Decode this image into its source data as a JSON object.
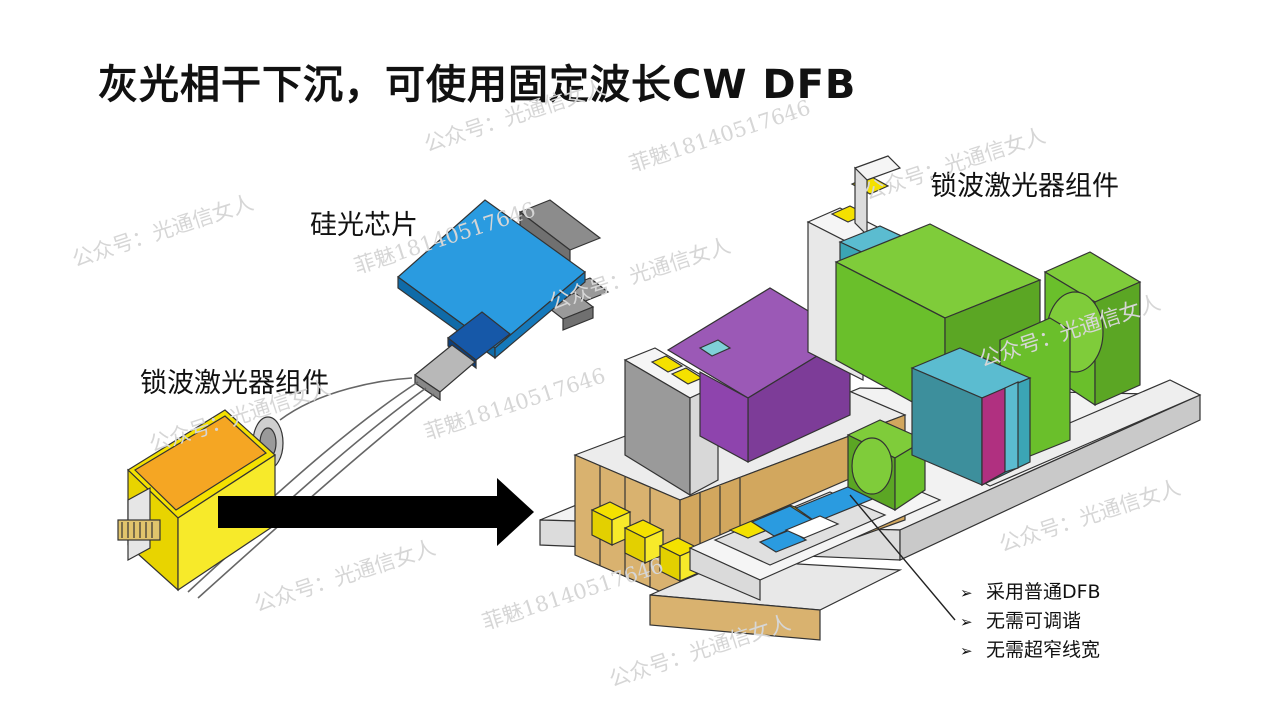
{
  "title": "灰光相干下沉，可使用固定波长CW DFB",
  "labels": {
    "silicon_chip": "硅光芯片",
    "left_locked_laser": "锁波激光器组件",
    "right_locked_laser": "锁波激光器组件"
  },
  "bullets": [
    {
      "marker": "➢",
      "text": "采用普通DFB"
    },
    {
      "marker": "➢",
      "text": "无需可调谐"
    },
    {
      "marker": "➢",
      "text": "无需超窄线宽"
    }
  ],
  "watermarks": {
    "account": "公众号：光通信女人",
    "phone": "菲魅18140517646"
  },
  "colors": {
    "chip_blue": "#1a8fd9",
    "laser_yellow": "#f4e100",
    "laser_orange": "#f5a623",
    "purple": "#8e44ad",
    "green": "#6abf2b",
    "teal": "#3ba5b5",
    "magenta": "#b03080",
    "wood": "#d9b26f"
  },
  "icons": [
    "arrow-right-icon",
    "bullet-arrow-icon"
  ]
}
